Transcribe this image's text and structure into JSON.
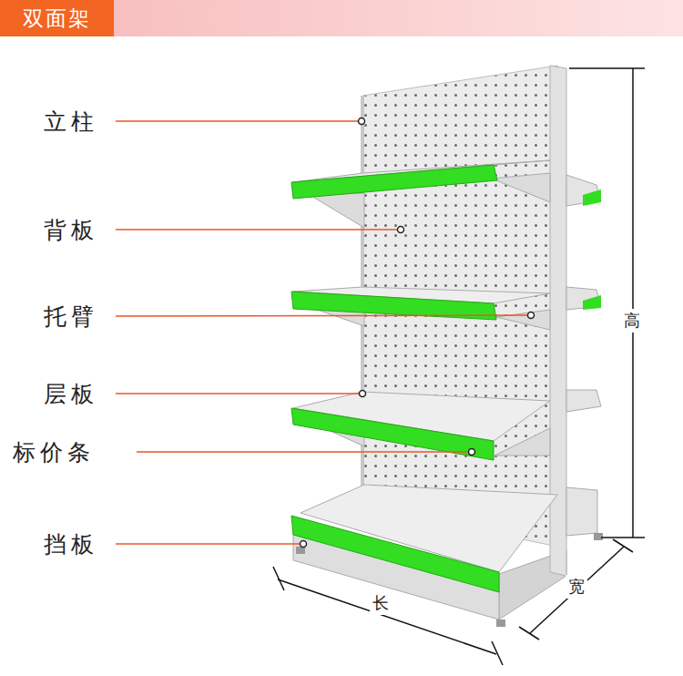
{
  "diagram": {
    "title": "双面架",
    "labels": [
      "立柱",
      "背板",
      "托臂",
      "层板",
      "标价条",
      "挡板",
      "高",
      "长",
      "宽"
    ]
  }
}
